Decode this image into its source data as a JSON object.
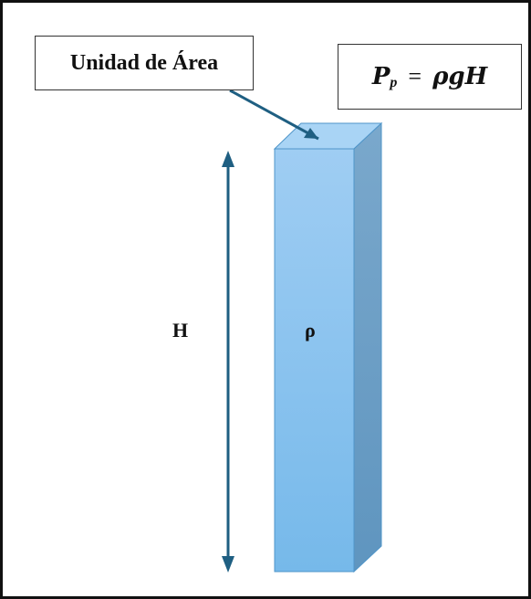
{
  "labels": {
    "area": "Unidad de Área",
    "height": "H",
    "density": "ρ"
  },
  "formula": {
    "P": "P",
    "sub": "p",
    "eq": "=",
    "rhs": "ρgH"
  },
  "colors": {
    "prism_front_top": "#9fcdf3",
    "prism_front_bottom": "#76b9ea",
    "prism_side": "#6a9cc2",
    "prism_top": "#a9d4f5",
    "prism_edge": "#4f95c9",
    "arrow": "#1f5f82",
    "frame": "#111111"
  }
}
